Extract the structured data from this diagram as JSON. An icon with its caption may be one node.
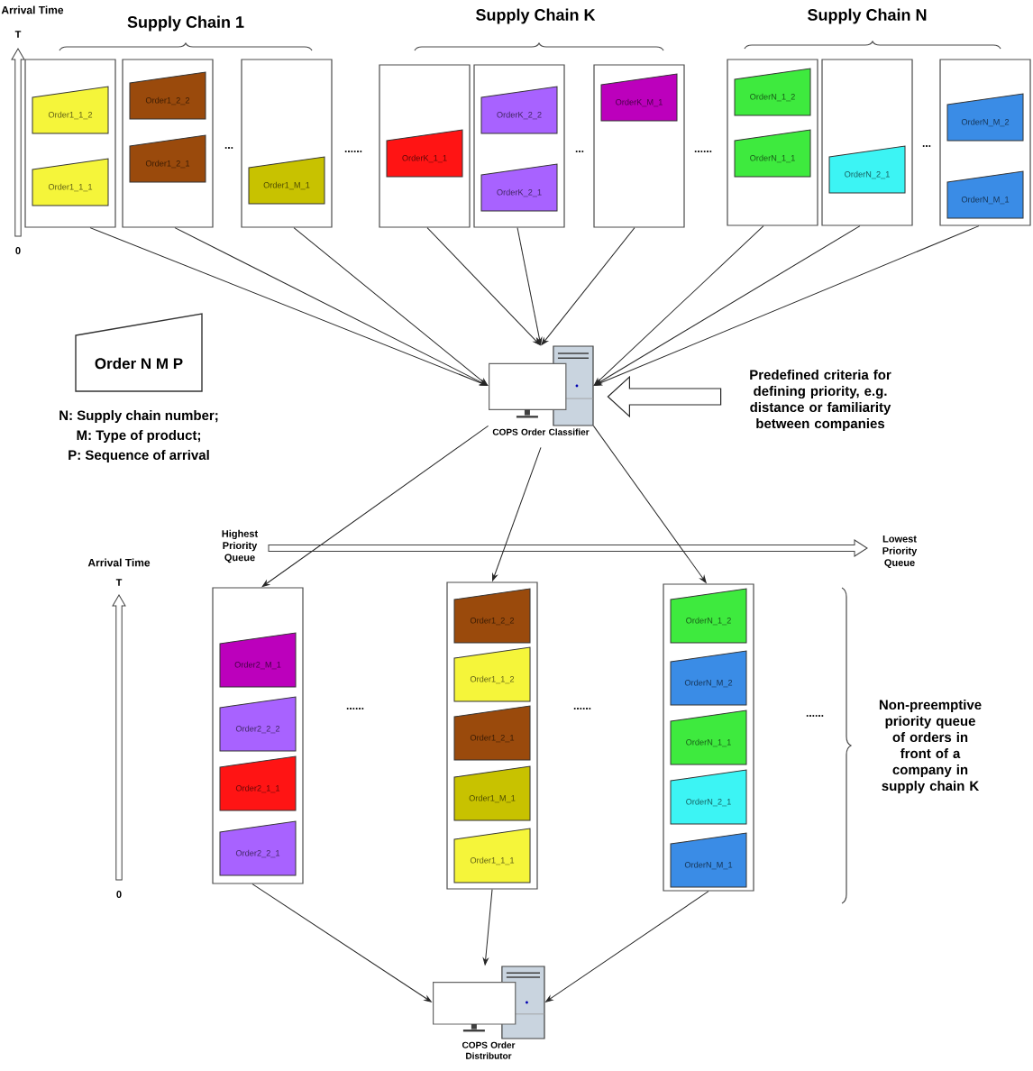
{
  "diagram": {
    "nodes": [
      {
        "text": [],
        "shape": "box"
      },
      {
        "text": [
          "Order1_1_2"
        ],
        "in": 0
      },
      {
        "text": [
          "Order1_1_1"
        ],
        "in": 0
      },
      {
        "text": [],
        "shape": "box"
      },
      {
        "text": [
          "Order1_2_2"
        ],
        "in": 3
      },
      {
        "text": [
          "Order1_2_1"
        ],
        "in": 3
      },
      {
        "text": [],
        "shape": "box"
      },
      {
        "text": [
          "Order1_M_1"
        ],
        "in": 6
      },
      {
        "text": [],
        "shape": "box"
      },
      {
        "text": [
          "OrderK_1_1"
        ],
        "in": 8
      },
      {
        "text": [],
        "shape": "box"
      },
      {
        "text": [
          "OrderK_2_2"
        ],
        "in": 10
      },
      {
        "text": [
          "OrderK_2_1"
        ],
        "in": 10
      },
      {
        "text": [],
        "shape": "box"
      },
      {
        "text": [
          "OrderK_M_1"
        ],
        "in": 13
      },
      {
        "text": [],
        "shape": "box"
      },
      {
        "text": [
          "OrderN_1_2"
        ],
        "in": 15
      },
      {
        "text": [
          "OrderN_1_1"
        ],
        "in": 15
      },
      {
        "text": [],
        "shape": "box"
      },
      {
        "text": [
          "OrderN_2_1"
        ],
        "in": 18
      },
      {
        "text": [],
        "shape": "box"
      },
      {
        "text": [
          "OrderN_M_2"
        ],
        "in": 20
      },
      {
        "text": [
          "OrderN_M_1"
        ],
        "in": 20
      },
      {
        "text": [
          "Order N M P"
        ]
      },
      {
        "text": [],
        "shape": "picture",
        "beside": [
          "COPS Order Classifier"
        ]
      },
      {
        "text": [
          "Predefined criteria for defining priority, e.g. distance or familiarity between companies"
        ]
      },
      {
        "text": [],
        "shape": "box"
      },
      {
        "text": [
          "Order2_M_1"
        ],
        "in": 26
      },
      {
        "text": [
          "Order2_2_2"
        ],
        "in": 26
      },
      {
        "text": [
          "Order2_1_1"
        ],
        "in": 26
      },
      {
        "text": [
          "Order2_2_1"
        ],
        "in": 26
      },
      {
        "text": [],
        "shape": "box"
      },
      {
        "text": [
          "Order1_2_2"
        ],
        "in": 31
      },
      {
        "text": [
          "Order1_1_2"
        ],
        "in": 31
      },
      {
        "text": [
          "Order1_2_1"
        ],
        "in": 31
      },
      {
        "text": [
          "Order1_M_1"
        ],
        "in": 31
      },
      {
        "text": [
          "Order1_1_1"
        ],
        "in": 31
      },
      {
        "text": [],
        "shape": "box"
      },
      {
        "text": [
          "OrderN_1_2"
        ],
        "in": 37
      },
      {
        "text": [
          "OrderN_M_2"
        ],
        "in": 37
      },
      {
        "text": [
          "OrderN_1_1"
        ],
        "in": 37
      },
      {
        "text": [
          "OrderN_2_1"
        ],
        "in": 37
      },
      {
        "text": [
          "OrderN_M_1"
        ],
        "in": 37
      },
      {
        "text": [],
        "shape": "picture",
        "beside": [
          "COPS Order Distributor"
        ]
      }
    ],
    "edges": [
      {
        "from": 0,
        "to": 24,
        "arrow": "to"
      },
      {
        "from": 3,
        "to": 24,
        "arrow": "to"
      },
      {
        "from": 6,
        "to": 24,
        "arrow": "to"
      },
      {
        "from": 8,
        "to": 24,
        "arrow": "to"
      },
      {
        "from": 10,
        "to": 24,
        "arrow": "to"
      },
      {
        "from": 13,
        "to": 24,
        "arrow": "to"
      },
      {
        "from": 15,
        "to": 24,
        "arrow": "to"
      },
      {
        "from": 18,
        "to": 24,
        "arrow": "to"
      },
      {
        "from": 20,
        "to": 24,
        "arrow": "to"
      },
      {
        "from": 25,
        "to": 24,
        "arrow": "to",
        "style": "thick"
      },
      {
        "from": 24,
        "to": 26,
        "arrow": "to"
      },
      {
        "from": 24,
        "to": 31,
        "arrow": "to"
      },
      {
        "from": 24,
        "to": 37,
        "arrow": "to"
      },
      {
        "from": 26,
        "to": 43,
        "arrow": "to"
      },
      {
        "from": 31,
        "to": 43,
        "arrow": "to"
      },
      {
        "from": 37,
        "to": 43,
        "arrow": "to"
      }
    ],
    "labels": [
      "Arrival Time",
      "Supply Chain 1",
      "Supply Chain K",
      "Supply Chain N",
      "T",
      "...",
      "......",
      "...",
      "......",
      "...",
      "0",
      "N: Supply chain number;",
      "M: Type of product;",
      "P: Sequence of arrival",
      "Highest Priority Queue",
      "Lowest Priority Queue",
      "Arrival Time",
      "T",
      "......",
      "......",
      "......",
      "Non-preemptive priority queue of orders in front of a company in supply chain K",
      "0"
    ]
  }
}
